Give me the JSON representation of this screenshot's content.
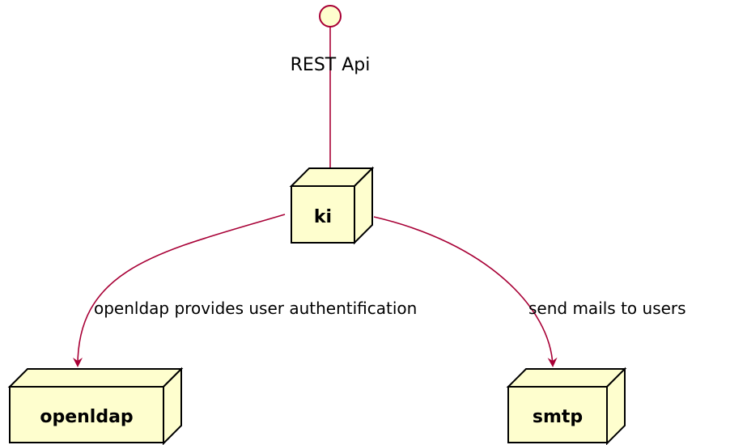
{
  "interface": {
    "label": "REST Api"
  },
  "nodes": {
    "ki": {
      "label": "ki"
    },
    "openldap": {
      "label": "openldap"
    },
    "smtp": {
      "label": "smtp"
    }
  },
  "edges": {
    "ki_to_openldap": {
      "label": "openldap provides user authentification"
    },
    "ki_to_smtp": {
      "label": "send mails to users"
    }
  },
  "colors": {
    "node_fill": "#FEFECE",
    "node_stroke": "#000000",
    "edge": "#A80036"
  }
}
